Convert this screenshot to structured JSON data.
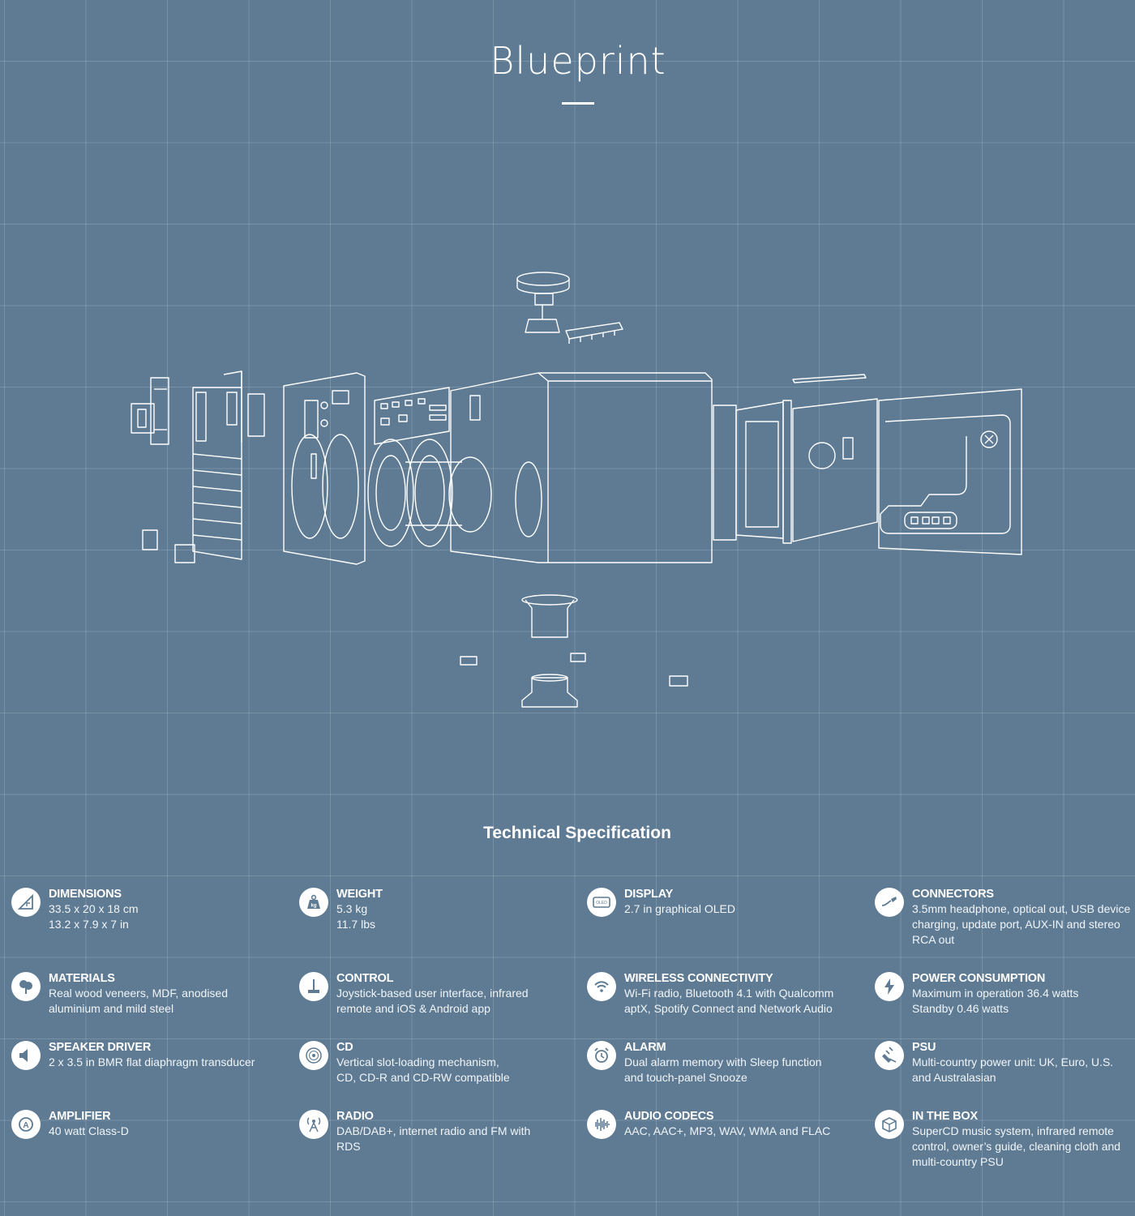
{
  "page": {
    "title": "Blueprint",
    "spec_heading": "Technical Specification"
  },
  "colors": {
    "background": "#5e7b93",
    "grid": "rgba(255,255,255,0.16)",
    "text": "#ffffff",
    "icon_fill": "#ffffff",
    "icon_glyph": "#5e7b93"
  },
  "specs": [
    {
      "title": "DIMENSIONS",
      "lines": [
        "33.5 x 20 x 18 cm",
        "13.2 x 7.9 x 7 in"
      ],
      "icon": "ruler-triangle-icon"
    },
    {
      "title": "WEIGHT",
      "lines": [
        "5.3 kg",
        "11.7 lbs"
      ],
      "icon": "weight-icon"
    },
    {
      "title": "DISPLAY",
      "lines": [
        "2.7 in graphical OLED"
      ],
      "icon": "oled-display-icon"
    },
    {
      "title": "CONNECTORS",
      "lines": [
        "3.5mm headphone, optical out, USB device",
        "charging, update port, AUX-IN and stereo",
        "RCA out"
      ],
      "icon": "cable-plug-icon"
    },
    {
      "title": "MATERIALS",
      "lines": [
        "Real wood veneers, MDF, anodised",
        "aluminium and mild steel"
      ],
      "icon": "tree-icon"
    },
    {
      "title": "CONTROL",
      "lines": [
        "Joystick-based user interface, infrared",
        "remote and iOS & Android app"
      ],
      "icon": "joystick-icon"
    },
    {
      "title": "WIRELESS CONNECTIVITY",
      "lines": [
        "Wi-Fi radio, Bluetooth 4.1 with Qualcomm",
        "aptX, Spotify Connect and Network Audio"
      ],
      "icon": "wifi-icon"
    },
    {
      "title": "POWER CONSUMPTION",
      "lines": [
        "Maximum in operation 36.4 watts",
        "Standby 0.46 watts"
      ],
      "icon": "lightning-icon"
    },
    {
      "title": "SPEAKER DRIVER",
      "lines": [
        "2 x 3.5 in BMR flat diaphragm transducer"
      ],
      "icon": "speaker-icon"
    },
    {
      "title": "CD",
      "lines": [
        "Vertical slot-loading mechanism,",
        "CD, CD-R and CD-RW compatible"
      ],
      "icon": "cd-disc-icon"
    },
    {
      "title": "ALARM",
      "lines": [
        "Dual alarm memory with Sleep function",
        "and touch-panel Snooze"
      ],
      "icon": "alarm-clock-icon"
    },
    {
      "title": "PSU",
      "lines": [
        "Multi-country power unit: UK, Euro, U.S.",
        "and Australasian"
      ],
      "icon": "power-plug-icon"
    },
    {
      "title": "AMPLIFIER",
      "lines": [
        "40 watt Class-D"
      ],
      "icon": "amplifier-icon"
    },
    {
      "title": "RADIO",
      "lines": [
        "DAB/DAB+, internet radio and FM with",
        "RDS"
      ],
      "icon": "radio-tower-icon"
    },
    {
      "title": "AUDIO CODECS",
      "lines": [
        "AAC, AAC+, MP3, WAV, WMA and FLAC"
      ],
      "icon": "waveform-icon"
    },
    {
      "title": "IN THE BOX",
      "lines": [
        "SuperCD music system, infrared remote",
        "control, owner’s guide, cleaning cloth and",
        "multi-country PSU"
      ],
      "icon": "box-icon"
    }
  ]
}
